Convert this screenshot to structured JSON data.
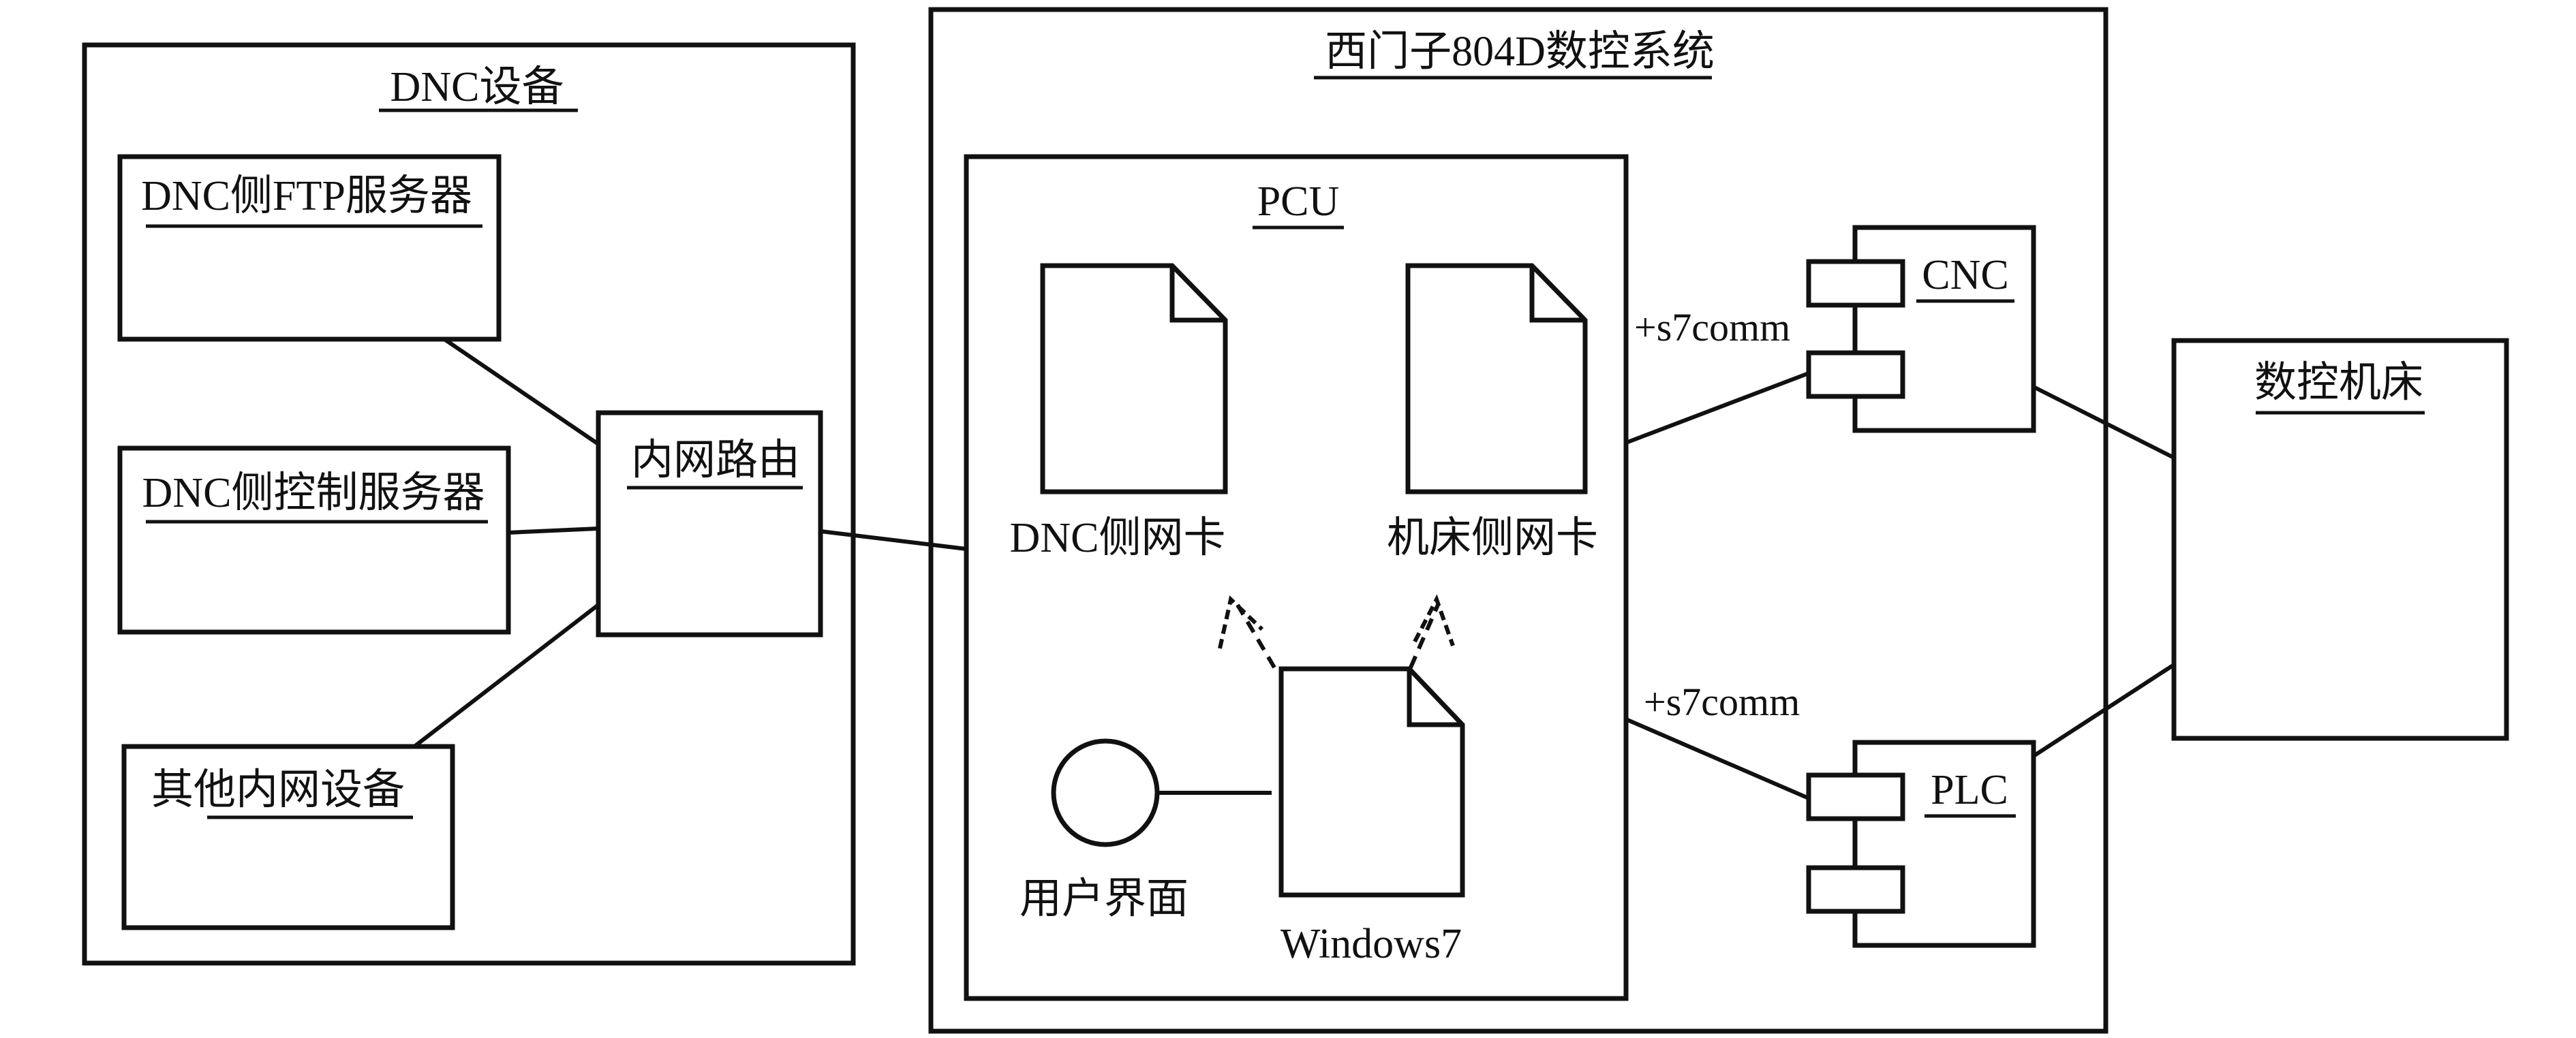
{
  "dnc_equipment": {
    "title": "DNC设备",
    "ftp_server": "DNC侧FTP服务器",
    "control_server": "DNC侧控制服务器",
    "other_devices": "其他内网设备"
  },
  "intranet_router": "内网路由",
  "siemens_system": {
    "title": "西门子804D数控系统",
    "pcu": {
      "title": "PCU",
      "dnc_nic": "DNC侧网卡",
      "machine_nic": "机床侧网卡",
      "user_interface": "用户界面",
      "os": "Windows7"
    },
    "cnc": "CNC",
    "plc": "PLC",
    "cnc_link": "+s7comm",
    "plc_link": "+s7comm"
  },
  "machine_tool": "数控机床"
}
